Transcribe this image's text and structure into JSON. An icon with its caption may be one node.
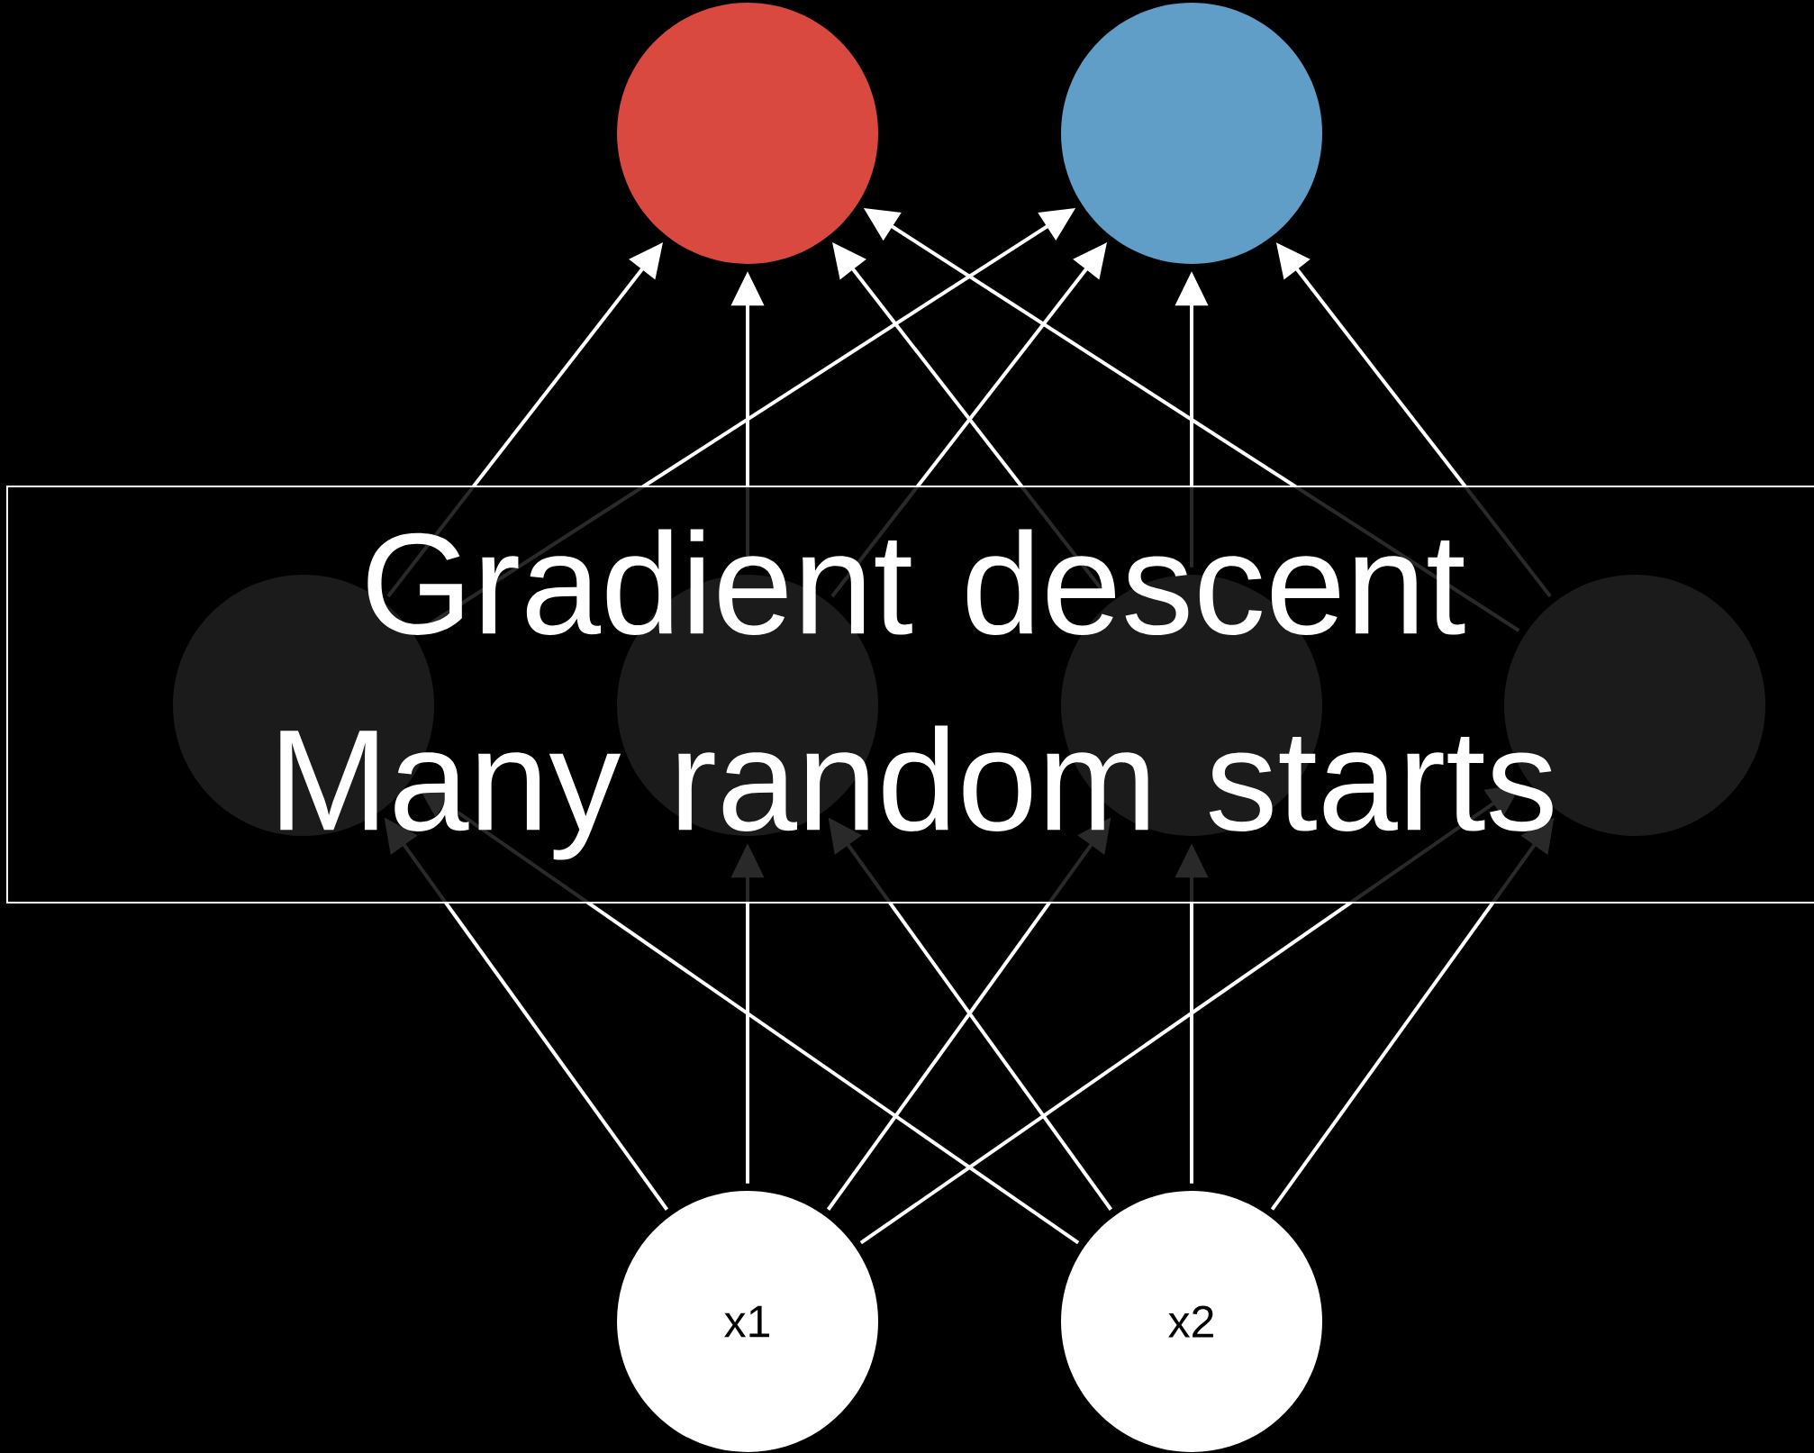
{
  "diagram": {
    "nodes": [
      {
        "text": [
          "Gradient descent Many random starts"
        ]
      },
      {
        "text": [],
        "shape": "circle"
      },
      {
        "text": [],
        "shape": "circle"
      },
      {
        "text": [],
        "shape": "circle",
        "in": 0
      },
      {
        "text": [],
        "shape": "circle",
        "in": 0
      },
      {
        "text": [],
        "shape": "circle",
        "in": 0
      },
      {
        "text": [],
        "shape": "circle",
        "in": 0
      },
      {
        "text": [
          "x1"
        ]
      },
      {
        "text": [
          "x2"
        ]
      }
    ],
    "edges": [
      {
        "from": 7,
        "to": 3,
        "arrow": "to"
      },
      {
        "from": 7,
        "to": 4,
        "arrow": "to"
      },
      {
        "from": 7,
        "to": 5,
        "arrow": "to"
      },
      {
        "from": 7,
        "to": 6,
        "arrow": "to"
      },
      {
        "from": 8,
        "to": 3,
        "arrow": "to"
      },
      {
        "from": 8,
        "to": 4,
        "arrow": "to"
      },
      {
        "from": 8,
        "to": 5,
        "arrow": "to"
      },
      {
        "from": 8,
        "to": 6,
        "arrow": "to"
      },
      {
        "from": 3,
        "to": 1,
        "arrow": "to"
      },
      {
        "from": 3,
        "to": 2,
        "arrow": "to"
      },
      {
        "from": 4,
        "to": 1,
        "arrow": "to"
      },
      {
        "from": 4,
        "to": 2,
        "arrow": "to"
      },
      {
        "from": 5,
        "to": 1,
        "arrow": "to"
      },
      {
        "from": 5,
        "to": 2,
        "arrow": "to"
      },
      {
        "from": 6,
        "to": 1,
        "arrow": "to"
      },
      {
        "from": 6,
        "to": 2,
        "arrow": "to"
      }
    ]
  }
}
